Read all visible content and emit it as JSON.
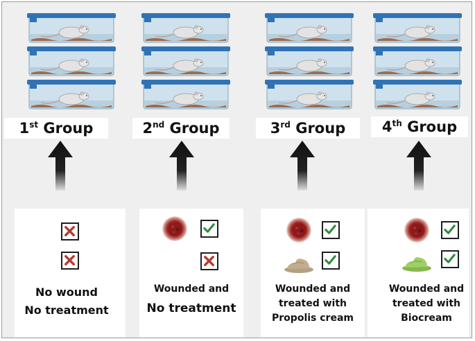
{
  "groups": [
    {
      "label": "1",
      "suffix": "st",
      "word": "Group",
      "caption_lines": [
        "No wound",
        "No treatment"
      ]
    },
    {
      "label": "2",
      "suffix": "nd",
      "word": "Group",
      "caption_lines": [
        "Wounded and",
        "No treatment"
      ]
    },
    {
      "label": "3",
      "suffix": "rd",
      "word": "Group",
      "caption_lines": [
        "Wounded and",
        "treated with",
        "Propolis cream"
      ]
    },
    {
      "label": "4",
      "suffix": "th",
      "word": "Group",
      "caption_lines": [
        "Wounded and",
        "treated with",
        "Biocream"
      ]
    }
  ],
  "icons": {
    "cage": "rat-cage-icon",
    "arrow": "arrow-up-icon",
    "check": "check-box-icon",
    "cross": "cross-box-icon",
    "wound": "wound-icon",
    "propolis_cream": "propolis-cream-icon",
    "biocream": "biocream-icon"
  },
  "colors": {
    "cage_lid": "#2f73b6",
    "cage_body": "#c8dde9",
    "bedding": "#9c6b4e",
    "check_mark": "#2e8b3a",
    "cross_mark": "#c0392b",
    "wound": "#8b1a1a",
    "propolis_cream": "#b09a7a",
    "biocream": "#8fc25a",
    "arrow": "#111111"
  }
}
